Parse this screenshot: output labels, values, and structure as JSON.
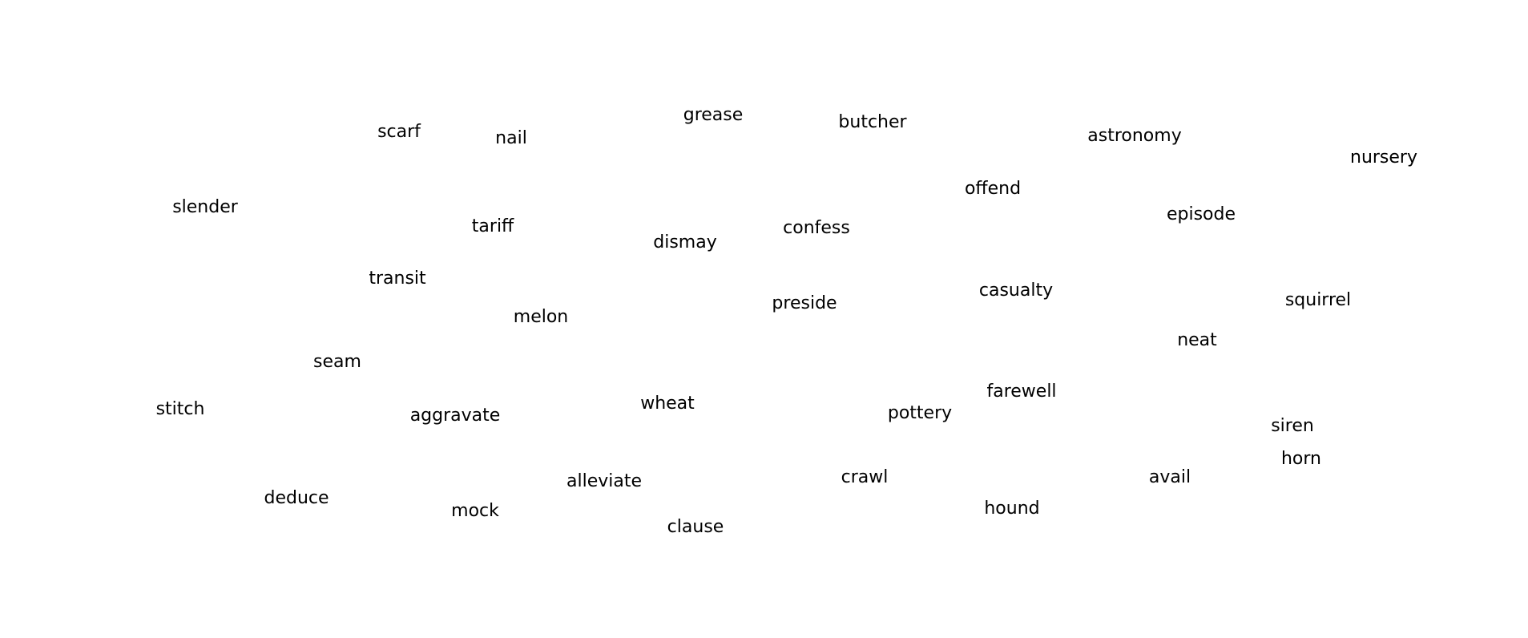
{
  "words": [
    "scarf",
    "nail",
    "grease",
    "butcher",
    "astronomy",
    "nursery",
    "offend",
    "slender",
    "tariff",
    "dismay",
    "confess",
    "episode",
    "transit",
    "casualty",
    "melon",
    "preside",
    "squirrel",
    "neat",
    "seam",
    "farewell",
    "stitch",
    "aggravate",
    "wheat",
    "pottery",
    "siren",
    "horn",
    "alleviate",
    "crawl",
    "avail",
    "deduce",
    "mock",
    "hound",
    "clause"
  ],
  "colors": {
    "background": "#ffffff",
    "text": "#000000"
  }
}
